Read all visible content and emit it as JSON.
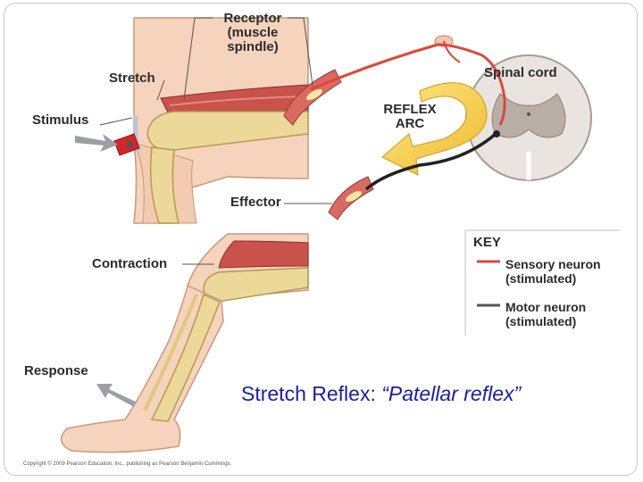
{
  "labels": {
    "receptor": "Receptor\n(muscle\nspindle)",
    "stretch": "Stretch",
    "stimulus": "Stimulus",
    "spinal_cord": "Spinal cord",
    "reflex_arc": "REFLEX\nARC",
    "effector": "Effector",
    "contraction": "Contraction",
    "response": "Response"
  },
  "key": {
    "title": "KEY",
    "items": [
      {
        "label": "Sensory neuron\n(stimulated)",
        "color": "#e0473a"
      },
      {
        "label": "Motor neuron\n(stimulated)",
        "color": "#555555"
      }
    ]
  },
  "caption": {
    "main": "Stretch Reflex:",
    "italic": "“Patellar reflex”",
    "color": "#1b1bb0"
  },
  "copyright": "Copyright © 2009 Pearson Education, Inc., publishing as Pearson Benjamin Cummings.",
  "colors": {
    "skin": "#f5d3bc",
    "skin_outline": "#c9987d",
    "bone": "#ecd99a",
    "bone_outline": "#b59a52",
    "muscle": "#c9524a",
    "sensory": "#e0473a",
    "motor": "#222222",
    "arrow": "#f6d24a",
    "cord": "#e9e4df",
    "grey_matter": "#b9aea6"
  }
}
